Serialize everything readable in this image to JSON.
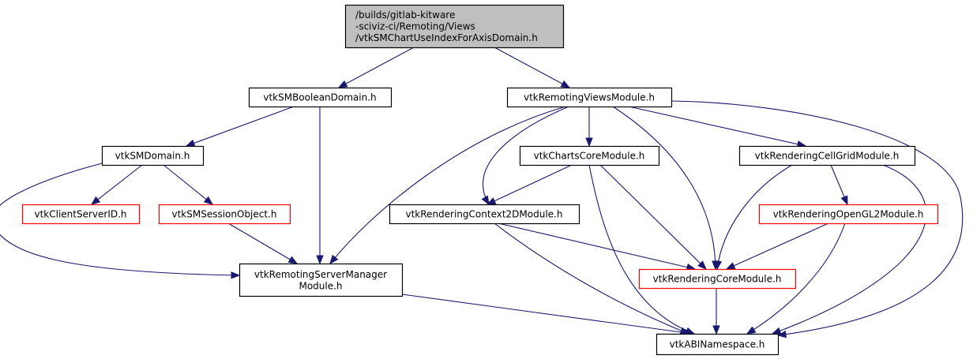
{
  "colors": {
    "edge": "#191970",
    "root_fill": "#bfbfbf",
    "node_fill": "#ffffff",
    "border_black": "#000000",
    "border_red": "#ff0000"
  },
  "nodes": [
    {
      "id": "root",
      "lines": [
        "/builds/gitlab-kitware",
        "-sciviz-ci/Remoting/Views",
        "/vtkSMChartUseIndexForAxisDomain.h"
      ],
      "style": "root"
    },
    {
      "id": "boolean_domain",
      "lines": [
        "vtkSMBooleanDomain.h"
      ],
      "style": "black"
    },
    {
      "id": "remoting_views_module",
      "lines": [
        "vtkRemotingViewsModule.h"
      ],
      "style": "black"
    },
    {
      "id": "sm_domain",
      "lines": [
        "vtkSMDomain.h"
      ],
      "style": "black"
    },
    {
      "id": "charts_core_module",
      "lines": [
        "vtkChartsCoreModule.h"
      ],
      "style": "black"
    },
    {
      "id": "rendering_cellgrid_module",
      "lines": [
        "vtkRenderingCellGridModule.h"
      ],
      "style": "black"
    },
    {
      "id": "client_server_id",
      "lines": [
        "vtkClientServerID.h"
      ],
      "style": "red"
    },
    {
      "id": "sm_session_object",
      "lines": [
        "vtkSMSessionObject.h"
      ],
      "style": "red"
    },
    {
      "id": "rendering_context2d_module",
      "lines": [
        "vtkRenderingContext2DModule.h"
      ],
      "style": "black"
    },
    {
      "id": "rendering_opengl2_module",
      "lines": [
        "vtkRenderingOpenGL2Module.h"
      ],
      "style": "red"
    },
    {
      "id": "remoting_servermanager_module",
      "lines": [
        "vtkRemotingServerManager",
        "Module.h"
      ],
      "style": "black"
    },
    {
      "id": "rendering_core_module",
      "lines": [
        "vtkRenderingCoreModule.h"
      ],
      "style": "red"
    },
    {
      "id": "abi_namespace",
      "lines": [
        "vtkABINamespace.h"
      ],
      "style": "black"
    }
  ],
  "edges": [
    {
      "from": "root",
      "to": "boolean_domain"
    },
    {
      "from": "root",
      "to": "remoting_views_module"
    },
    {
      "from": "boolean_domain",
      "to": "sm_domain"
    },
    {
      "from": "boolean_domain",
      "to": "remoting_servermanager_module"
    },
    {
      "from": "sm_domain",
      "to": "client_server_id"
    },
    {
      "from": "sm_domain",
      "to": "sm_session_object"
    },
    {
      "from": "sm_domain",
      "to": "remoting_servermanager_module"
    },
    {
      "from": "sm_session_object",
      "to": "remoting_servermanager_module"
    },
    {
      "from": "remoting_servermanager_module",
      "to": "abi_namespace"
    },
    {
      "from": "remoting_views_module",
      "to": "remoting_servermanager_module"
    },
    {
      "from": "remoting_views_module",
      "to": "rendering_context2d_module"
    },
    {
      "from": "remoting_views_module",
      "to": "charts_core_module"
    },
    {
      "from": "remoting_views_module",
      "to": "rendering_core_module"
    },
    {
      "from": "remoting_views_module",
      "to": "rendering_cellgrid_module"
    },
    {
      "from": "remoting_views_module",
      "to": "abi_namespace"
    },
    {
      "from": "charts_core_module",
      "to": "rendering_context2d_module"
    },
    {
      "from": "charts_core_module",
      "to": "rendering_core_module"
    },
    {
      "from": "charts_core_module",
      "to": "abi_namespace"
    },
    {
      "from": "rendering_cellgrid_module",
      "to": "rendering_opengl2_module"
    },
    {
      "from": "rendering_cellgrid_module",
      "to": "rendering_core_module"
    },
    {
      "from": "rendering_cellgrid_module",
      "to": "abi_namespace"
    },
    {
      "from": "rendering_context2d_module",
      "to": "rendering_core_module"
    },
    {
      "from": "rendering_context2d_module",
      "to": "abi_namespace"
    },
    {
      "from": "rendering_opengl2_module",
      "to": "rendering_core_module"
    },
    {
      "from": "rendering_opengl2_module",
      "to": "abi_namespace"
    },
    {
      "from": "rendering_core_module",
      "to": "abi_namespace"
    }
  ]
}
